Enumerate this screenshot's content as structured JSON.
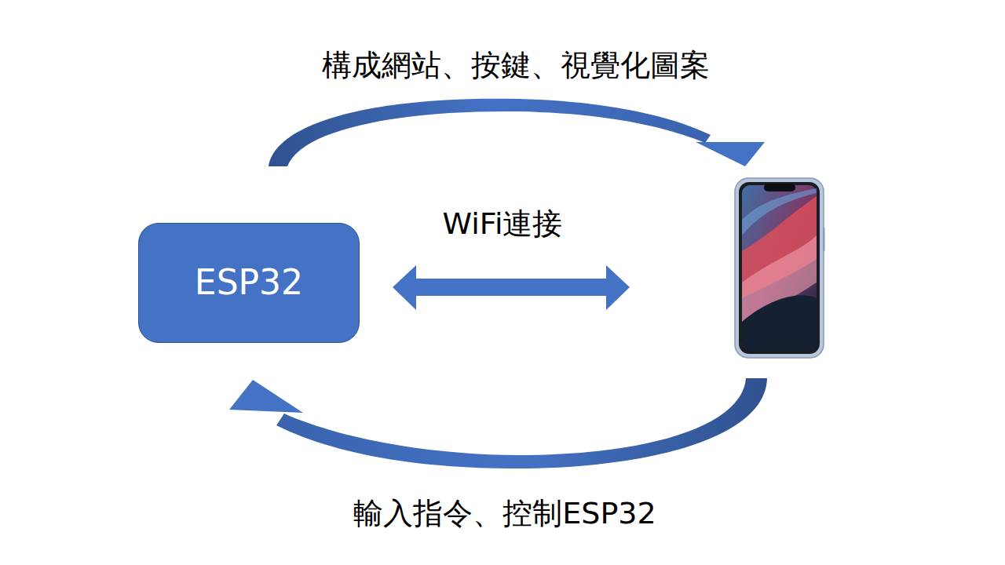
{
  "diagram": {
    "nodes": [
      {
        "text": [
          "ESP32"
        ]
      }
    ],
    "labels": [
      "構成網站、按鍵、視覺化圖案",
      "WiFi連接",
      "輸入指令、控制ESP32"
    ]
  }
}
